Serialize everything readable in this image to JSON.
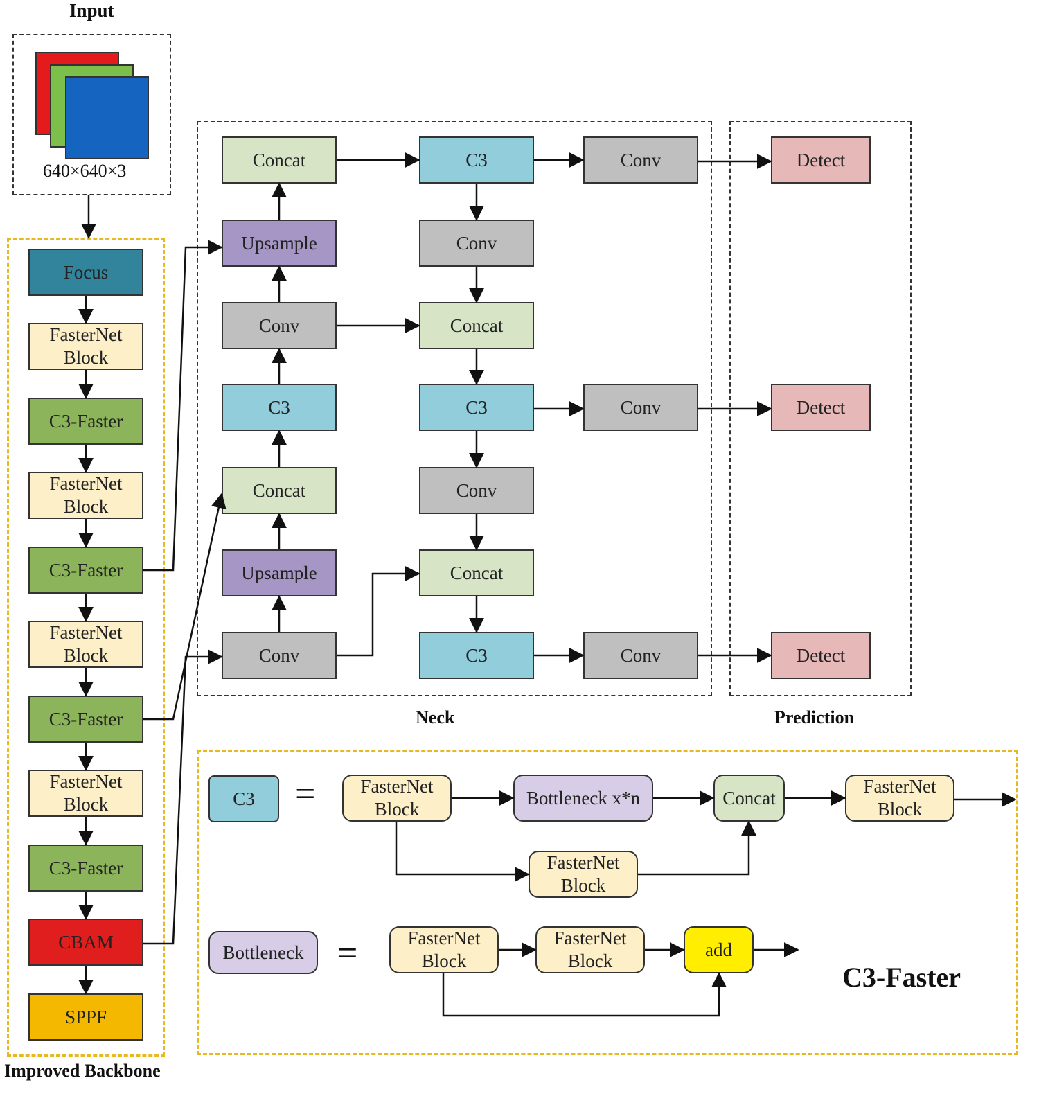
{
  "colors": {
    "concat": "#d8e4c6",
    "c3": "#92cddc",
    "conv": "#bfbfbf",
    "upsample": "#a696c6",
    "detect": "#e6b8b7",
    "focus": "#31849b",
    "fasternet": "#fdefc8",
    "c3_faster": "#8cb45a",
    "cbam": "#e01e1e",
    "sppf": "#f5b800",
    "bottleneck": "#d7cde6",
    "add": "#ffee00",
    "input_red": "#e51a1a",
    "input_green": "#7cbf4a",
    "input_blue": "#1565c0",
    "backbone_border": "#e8b820"
  },
  "input": {
    "title": "Input",
    "dims": "640×640×3"
  },
  "backbone": {
    "title": "Improved Backbone",
    "focus": "Focus",
    "fasternet_1": "FasterNet\nBlock",
    "c3_faster_1": "C3-Faster",
    "fasternet_2": "FasterNet\nBlock",
    "c3_faster_2": "C3-Faster",
    "fasternet_3": "FasterNet\nBlock",
    "c3_faster_3": "C3-Faster",
    "fasternet_4": "FasterNet\nBlock",
    "c3_faster_4": "C3-Faster",
    "cbam": "CBAM",
    "sppf": "SPPF"
  },
  "neck": {
    "title": "Neck",
    "concat_top": "Concat",
    "upsample_1": "Upsample",
    "conv_1": "Conv",
    "c3_1": "C3",
    "concat_2": "Concat",
    "upsample_2": "Upsample",
    "conv_bottom": "Conv",
    "c3_top": "C3",
    "conv_down_1": "Conv",
    "concat_3": "Concat",
    "c3_mid": "C3",
    "conv_down_2": "Conv",
    "concat_4": "Concat",
    "c3_bottom": "C3",
    "conv_out_1": "Conv",
    "conv_out_2": "Conv",
    "conv_out_3": "Conv"
  },
  "prediction": {
    "title": "Prediction",
    "detect_1": "Detect",
    "detect_2": "Detect",
    "detect_3": "Detect"
  },
  "legend": {
    "title": "C3-Faster",
    "c3": "C3",
    "eq1": "=",
    "fasternet_in": "FasterNet\nBlock",
    "bottleneck_xn": "Bottleneck x*n",
    "concat": "Concat",
    "fasternet_out": "FasterNet\nBlock",
    "fasternet_branch": "FasterNet\nBlock",
    "bottleneck": "Bottleneck",
    "eq2": "=",
    "fasternet_b1": "FasterNet\nBlock",
    "fasternet_b2": "FasterNet\nBlock",
    "add": "add"
  }
}
